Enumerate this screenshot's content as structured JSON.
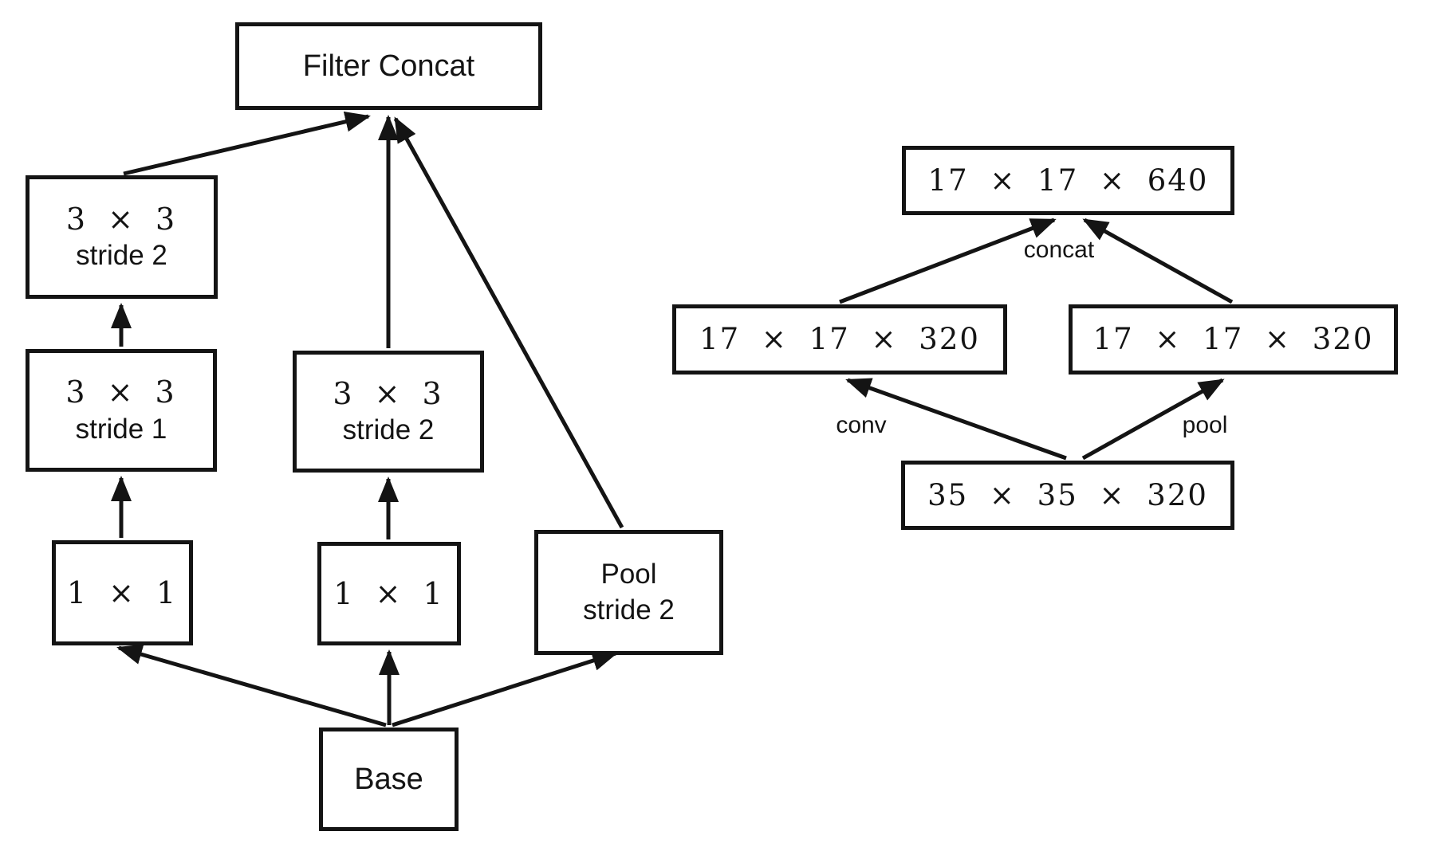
{
  "left_diagram": {
    "filter_concat": "Filter Concat",
    "branch_left": {
      "conv_top": {
        "size": "3 × 3",
        "stride": "stride 2"
      },
      "conv_mid": {
        "size": "3 × 3",
        "stride": "stride 1"
      },
      "conv_bottom": {
        "size": "1 × 1"
      }
    },
    "branch_middle": {
      "conv_top": {
        "size": "3 × 3",
        "stride": "stride 2"
      },
      "conv_bottom": {
        "size": "1 × 1"
      }
    },
    "branch_right": {
      "pool": {
        "name": "Pool",
        "stride": "stride 2"
      }
    },
    "base": "Base"
  },
  "right_diagram": {
    "output_box": "17 × 17 × 640",
    "conv_box": "17 × 17 × 320",
    "pool_box": "17 × 17 × 320",
    "input_box": "35 × 35 × 320",
    "edge_labels": {
      "concat": "concat",
      "conv": "conv",
      "pool": "pool"
    }
  }
}
